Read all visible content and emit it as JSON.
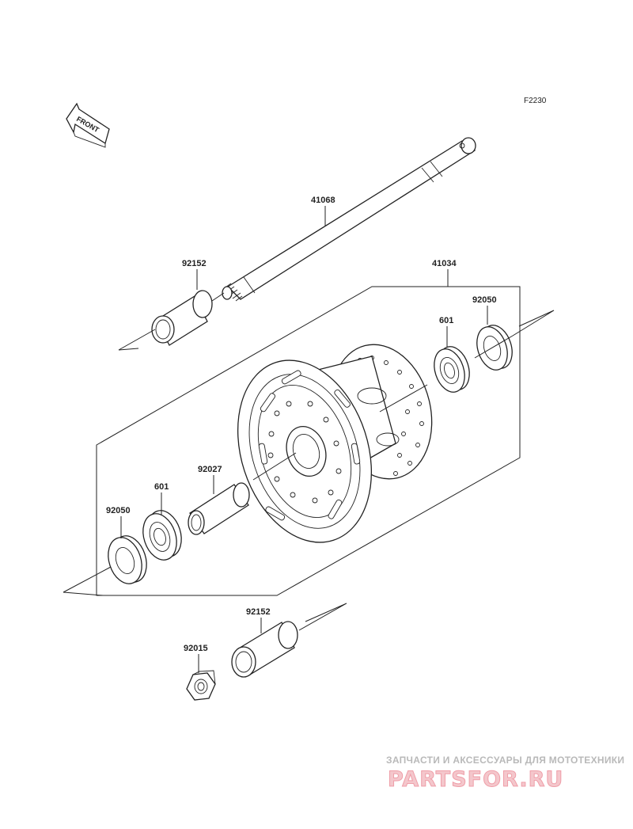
{
  "diagram": {
    "code": "F2230",
    "direction_tag": "FRONT",
    "parts": [
      {
        "id": "axle",
        "number": "41068"
      },
      {
        "id": "collar-left",
        "number": "92152"
      },
      {
        "id": "hub",
        "number": "41034"
      },
      {
        "id": "bearing-right",
        "number": "601"
      },
      {
        "id": "seal-right",
        "number": "92050"
      },
      {
        "id": "spacer",
        "number": "92027"
      },
      {
        "id": "bearing-left",
        "number": "601"
      },
      {
        "id": "seal-left",
        "number": "92050"
      },
      {
        "id": "collar-bottom",
        "number": "92152"
      },
      {
        "id": "nut",
        "number": "92015"
      }
    ]
  },
  "watermark": {
    "tagline": "ЗАПЧАСТИ И АКСЕССУАРЫ ДЛЯ МОТОТЕХНИКИ",
    "brand": "PARTSFOR.RU",
    "colors": {
      "tagline": "#b9b9b9",
      "brand_fill": "#f4c7cc",
      "brand_stroke": "#ef9ea8"
    }
  }
}
